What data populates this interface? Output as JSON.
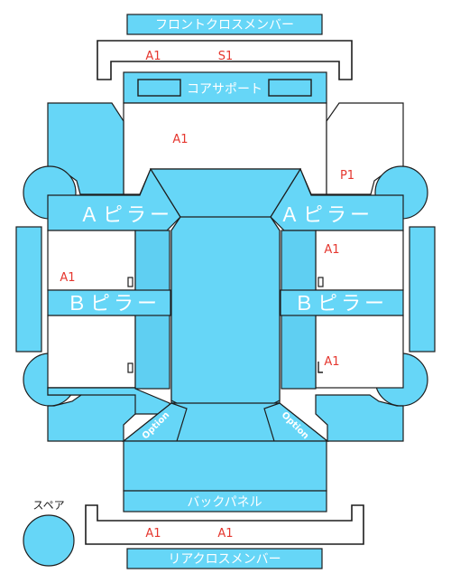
{
  "colors": {
    "panel": "#66d6f7",
    "damage_mark": "#e5372f",
    "outline": "#1d1d1d"
  },
  "parts": {
    "front_cross_member": "フロントクロスメンバー",
    "core_support": "コアサポート",
    "a_pillar_left": "Ａピラー",
    "a_pillar_right": "Ａピラー",
    "b_pillar_left": "Ｂピラー",
    "b_pillar_right": "Ｂピラー",
    "back_panel": "バックパネル",
    "rear_cross_member": "リアクロスメンバー",
    "spare": "スペア",
    "option_left": "Option",
    "option_right": "Option"
  },
  "marks": {
    "front_bar_left": "A1",
    "front_bar_right": "S1",
    "hood_area": "A1",
    "right_fender": "P1",
    "right_front_door": "A1",
    "left_front_door": "A1",
    "right_rear_door": "A1",
    "rear_bar_left": "A1",
    "rear_bar_right": "A1"
  }
}
